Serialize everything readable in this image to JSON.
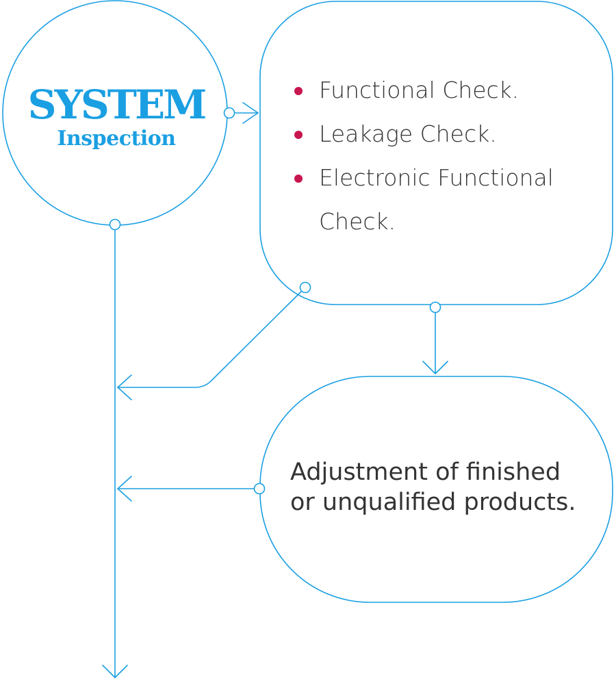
{
  "system_node": {
    "title": "SYSTEM",
    "subtitle": "Inspection"
  },
  "checks_node": {
    "items": [
      "Functional Check.",
      "Leakage Check.",
      "Electronic Functional Check."
    ]
  },
  "adjust_node": {
    "text_line1": "Adjustment of finished",
    "text_line2": "or unqualified products."
  },
  "colors": {
    "line": "#1a9fe2",
    "title": "#1a9fe2",
    "bullet": "#c8164f",
    "text": "#333333"
  }
}
